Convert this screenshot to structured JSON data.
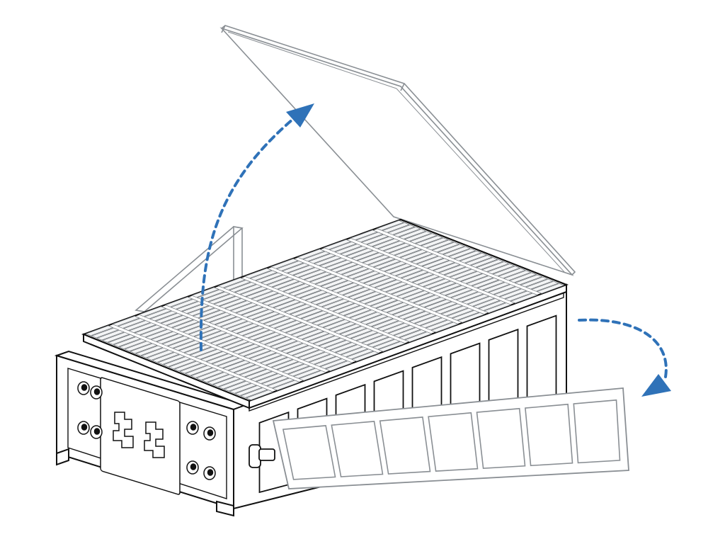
{
  "diagram": {
    "subject": "satellite-with-deployable-solar-panels",
    "colors": {
      "background": "#ffffff",
      "outline": "#111111",
      "panel_outline": "#8a8f94",
      "cell_fill": "#f3f4f5",
      "arrow": "#2f72b8"
    },
    "icons": [
      "curved-deploy-arrow-up",
      "curved-deploy-arrow-right"
    ],
    "top_array": {
      "rows": 12,
      "cols": 30
    },
    "side_panel_cells": 7,
    "end_face": {
      "connector_modules": 2,
      "bolts": 8
    }
  }
}
